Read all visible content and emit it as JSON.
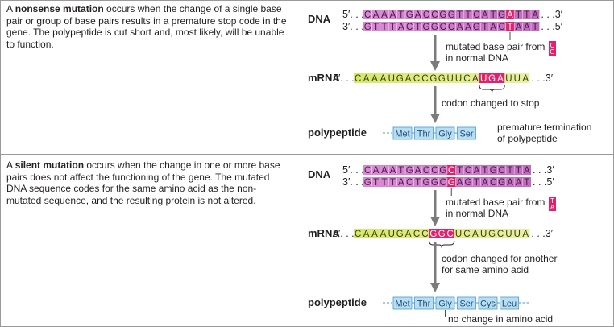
{
  "rows": [
    {
      "desc": {
        "pre": "A ",
        "term": "nonsense mutation",
        "post": " occurs when the change of a single base pair or group of base pairs results in a premature stop code in the gene. The polypeptide is cut short and, most likely, will be unable to function."
      },
      "dna_label": "DNA",
      "top_prefix": "5′. . .",
      "top_suffix": ". . .3′",
      "bottom_prefix": "3′. . .",
      "bottom_suffix": ". . .5′",
      "top_bases": [
        "C",
        "A",
        "A",
        "A",
        "T",
        "G",
        "A",
        "C",
        "C",
        "G",
        "G",
        "T",
        "T",
        "C",
        "A",
        "T",
        "G",
        "A",
        "T",
        "T",
        "A"
      ],
      "bottom_bases": [
        "G",
        "T",
        "T",
        "T",
        "A",
        "C",
        "T",
        "G",
        "G",
        "C",
        "C",
        "A",
        "A",
        "G",
        "T",
        "A",
        "C",
        "T",
        "A",
        "A",
        "T"
      ],
      "dna_highlight": [
        17
      ],
      "mutation_note": "mutated base pair from",
      "mutation_note2": "in normal DNA",
      "normal_pair": [
        "C",
        "G"
      ],
      "mrna_label": "mRNA",
      "mrna_prefix": "5′. . .",
      "mrna_suffix": ". . .3′",
      "mrna_bases": [
        "C",
        "A",
        "A",
        "A",
        "U",
        "G",
        "A",
        "C",
        "C",
        "G",
        "G",
        "U",
        "U",
        "C",
        "A",
        "U",
        "G",
        "A",
        "U",
        "U",
        "A"
      ],
      "mrna_highlight": [
        15,
        16,
        17
      ],
      "codon_note": [
        "codon changed to stop"
      ],
      "polypeptide_label": "polypeptide",
      "amino_acids": [
        "Met",
        "Thr",
        "Gly",
        "Ser"
      ],
      "peptide_note": [
        "premature termination",
        "of polypeptide"
      ]
    },
    {
      "desc": {
        "pre": "A ",
        "term": "silent mutation",
        "post": " occurs when the change in one or more base pairs does not affect the functioning of the gene. The mutated DNA sequence codes for the same amino acid as the non-mutated sequence, and the resulting protein is not altered."
      },
      "dna_label": "DNA",
      "top_prefix": "5′. . .",
      "top_suffix": ". . .3′",
      "bottom_prefix": "3′. . .",
      "bottom_suffix": ". . .5′",
      "top_bases": [
        "C",
        "A",
        "A",
        "A",
        "T",
        "G",
        "A",
        "C",
        "C",
        "G",
        "C",
        "T",
        "C",
        "A",
        "T",
        "G",
        "C",
        "T",
        "T",
        "A"
      ],
      "bottom_bases": [
        "G",
        "T",
        "T",
        "T",
        "A",
        "C",
        "T",
        "G",
        "G",
        "C",
        "G",
        "A",
        "G",
        "T",
        "A",
        "C",
        "G",
        "A",
        "A",
        "T"
      ],
      "dna_highlight": [
        10
      ],
      "mutation_note": "mutated base pair from",
      "mutation_note2": "in normal DNA",
      "normal_pair": [
        "T",
        "A"
      ],
      "mrna_label": "mRNA",
      "mrna_prefix": "5′. . .",
      "mrna_suffix": ". . .3′",
      "mrna_bases": [
        "C",
        "A",
        "A",
        "A",
        "U",
        "G",
        "A",
        "C",
        "C",
        "G",
        "G",
        "C",
        "U",
        "C",
        "A",
        "U",
        "G",
        "C",
        "U",
        "U",
        "A"
      ],
      "mrna_highlight": [
        9,
        10,
        11
      ],
      "codon_note": [
        "codon changed for another",
        "for same amino acid"
      ],
      "polypeptide_label": "polypeptide",
      "amino_acids": [
        "Met",
        "Thr",
        "Gly",
        "Ser",
        "Cys",
        "Leu"
      ],
      "amino_highlight": 2,
      "peptide_note": [
        "no change in amino acid"
      ]
    }
  ],
  "colors": {
    "grid": "#9a9a9a",
    "dna_fill": "#d98bd2",
    "dna_fill_right": "#c06bbd",
    "dna_letter": "#4a1a4a",
    "mut_fill": "#e4206b",
    "mrna_fill": "#d6e86a",
    "mrna_fill_right": "#e8f0a6",
    "mrna_letter": "#3a3f0a",
    "aa_fill": "#b9def2",
    "aa_letter": "#1b4f7a",
    "arrow": "#7b7b7b",
    "text": "#231f20"
  }
}
